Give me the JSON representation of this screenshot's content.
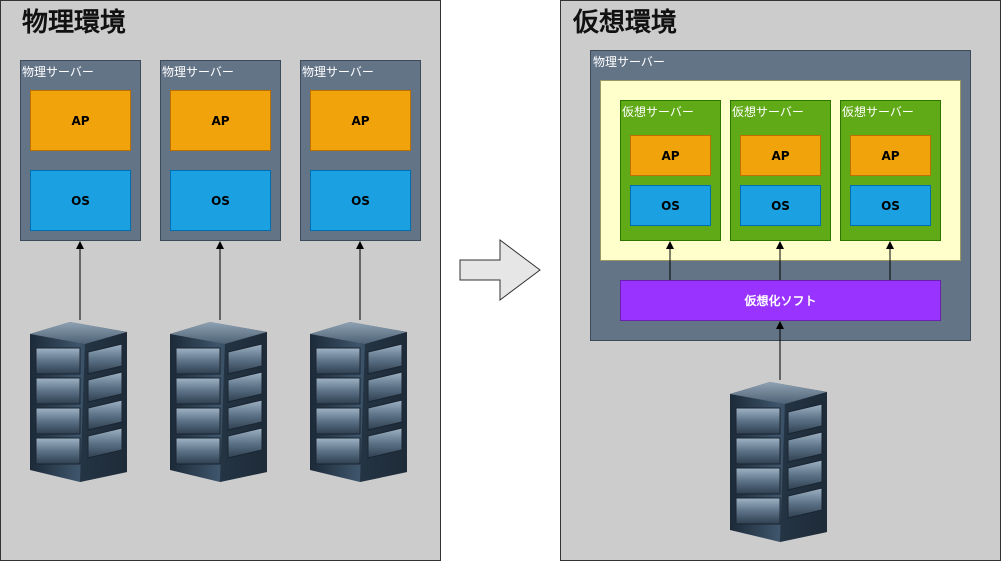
{
  "left": {
    "title": "物理環境",
    "servers": [
      {
        "label": "物理サーバー",
        "ap": "AP",
        "os": "OS"
      },
      {
        "label": "物理サーバー",
        "ap": "AP",
        "os": "OS"
      },
      {
        "label": "物理サーバー",
        "ap": "AP",
        "os": "OS"
      }
    ]
  },
  "right": {
    "title": "仮想環境",
    "host_label": "物理サーバー",
    "vms": [
      {
        "label": "仮想サーバー",
        "ap": "AP",
        "os": "OS"
      },
      {
        "label": "仮想サーバー",
        "ap": "AP",
        "os": "OS"
      },
      {
        "label": "仮想サーバー",
        "ap": "AP",
        "os": "OS"
      }
    ],
    "hypervisor": "仮想化ソフト"
  },
  "colors": {
    "panel": "#cccccc",
    "server_box": "#647487",
    "ap": "#f0a30a",
    "os": "#1ba1e2",
    "vm": "#60a917",
    "hypervisor": "#9933ff",
    "vm_area": "#ffffcc"
  },
  "icons": [
    "server-rack-icon",
    "transition-arrow-icon"
  ]
}
